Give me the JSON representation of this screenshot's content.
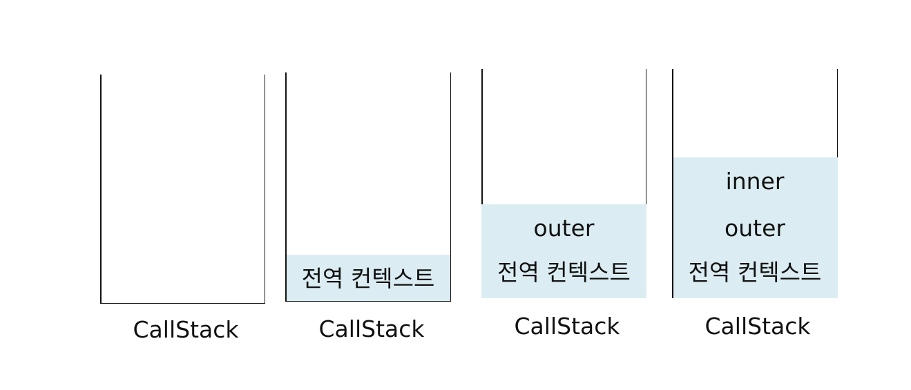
{
  "stacks": [
    {
      "caption": "CallStack",
      "frames": []
    },
    {
      "caption": "CallStack",
      "frames": [
        "전역 컨텍스트"
      ]
    },
    {
      "caption": "CallStack",
      "frames": [
        "outer",
        "전역 컨텍스트"
      ]
    },
    {
      "caption": "CallStack",
      "frames": [
        "inner",
        "outer",
        "전역 컨텍스트"
      ]
    }
  ],
  "colors": {
    "frame_fill": "#dbedf2",
    "outline": "#111111"
  }
}
